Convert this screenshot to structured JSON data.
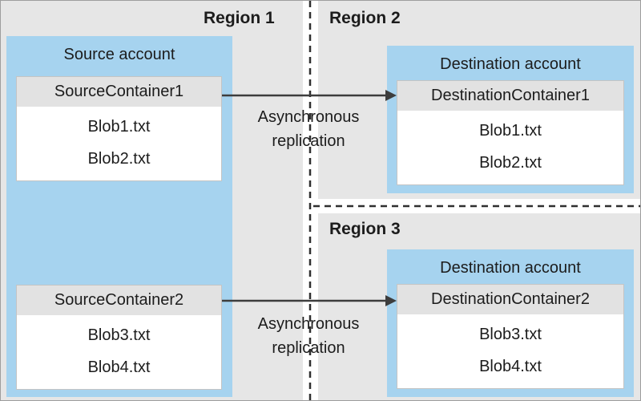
{
  "regions": [
    {
      "label": "Region 1"
    },
    {
      "label": "Region 2"
    },
    {
      "label": "Region 3"
    }
  ],
  "source_account": {
    "title": "Source account",
    "containers": [
      {
        "name": "SourceContainer1",
        "blobs": [
          "Blob1.txt",
          "Blob2.txt"
        ]
      },
      {
        "name": "SourceContainer2",
        "blobs": [
          "Blob3.txt",
          "Blob4.txt"
        ]
      }
    ]
  },
  "destinations": [
    {
      "title": "Destination account",
      "container": {
        "name": "DestinationContainer1",
        "blobs": [
          "Blob1.txt",
          "Blob2.txt"
        ]
      }
    },
    {
      "title": "Destination account",
      "container": {
        "name": "DestinationContainer2",
        "blobs": [
          "Blob3.txt",
          "Blob4.txt"
        ]
      }
    }
  ],
  "arrows": [
    {
      "line1": "Asynchronous",
      "line2": "replication"
    },
    {
      "line1": "Asynchronous",
      "line2": "replication"
    }
  ],
  "colors": {
    "region_bg": "#e6e6e6",
    "account_bg": "#a6d3ef",
    "header_bg": "#e2e2e2",
    "line_color": "#2f2f2f"
  }
}
